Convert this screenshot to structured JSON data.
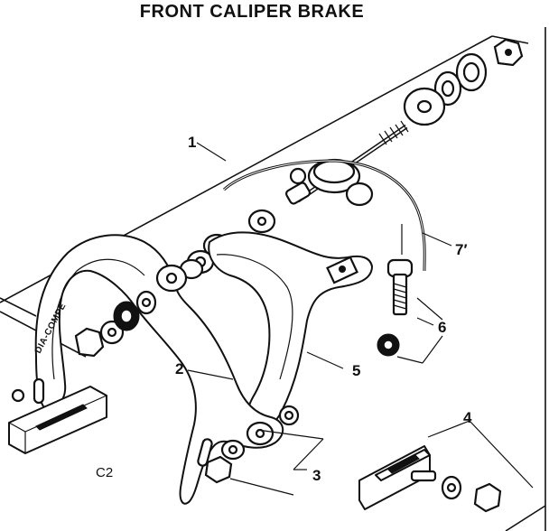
{
  "diagram": {
    "title": "FRONT CALIPER BRAKE",
    "figure_code": "C2",
    "brand_text": "DIA-COMPE",
    "callouts": [
      {
        "id": "1",
        "label": "1"
      },
      {
        "id": "2",
        "label": "2"
      },
      {
        "id": "3",
        "label": "3"
      },
      {
        "id": "4",
        "label": "4"
      },
      {
        "id": "5",
        "label": "5"
      },
      {
        "id": "6",
        "label": "6"
      },
      {
        "id": "7",
        "label": "7′"
      }
    ]
  }
}
